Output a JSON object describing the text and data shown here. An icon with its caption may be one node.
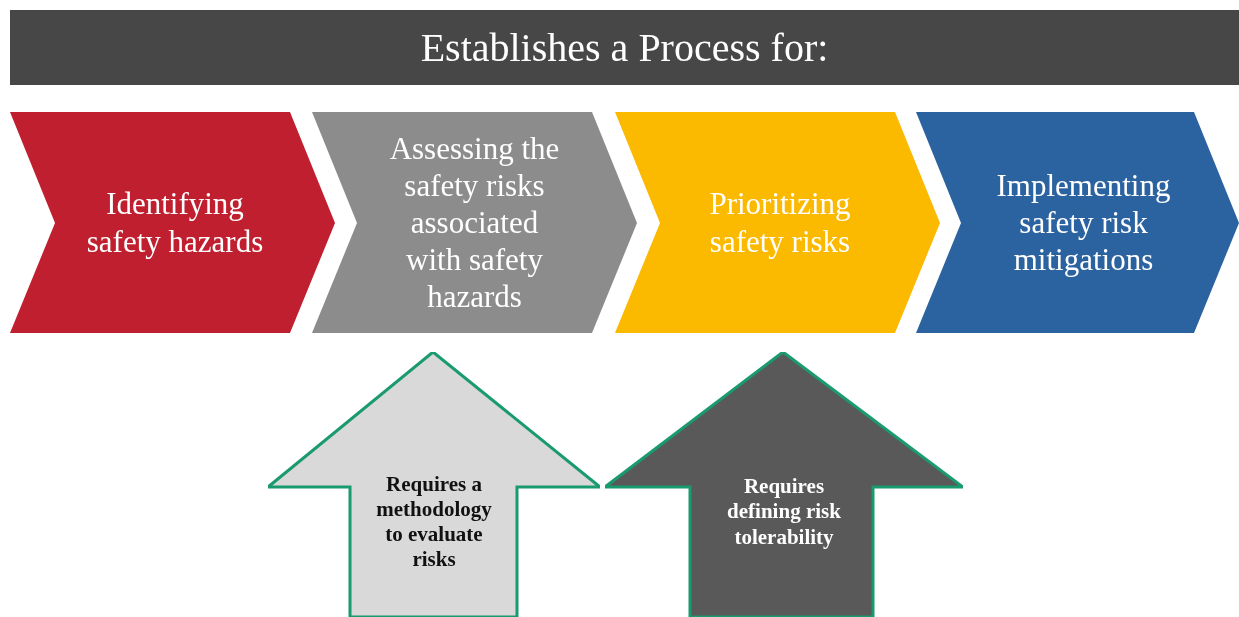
{
  "diagram": {
    "nodes": [
      {
        "text": [
          "Establishes a Process for:"
        ]
      },
      {
        "text": [
          "Identifying safety hazards"
        ]
      },
      {
        "text": [
          "Assessing the safety risks associated with safety hazards"
        ]
      },
      {
        "text": [
          "Prioritizing safety risks"
        ]
      },
      {
        "text": [
          "Implementing safety risk mitigations"
        ]
      },
      {
        "text": [
          "Requires a methodology to evaluate risks"
        ]
      },
      {
        "text": [
          "Requires defining risk tolerability"
        ]
      }
    ]
  }
}
